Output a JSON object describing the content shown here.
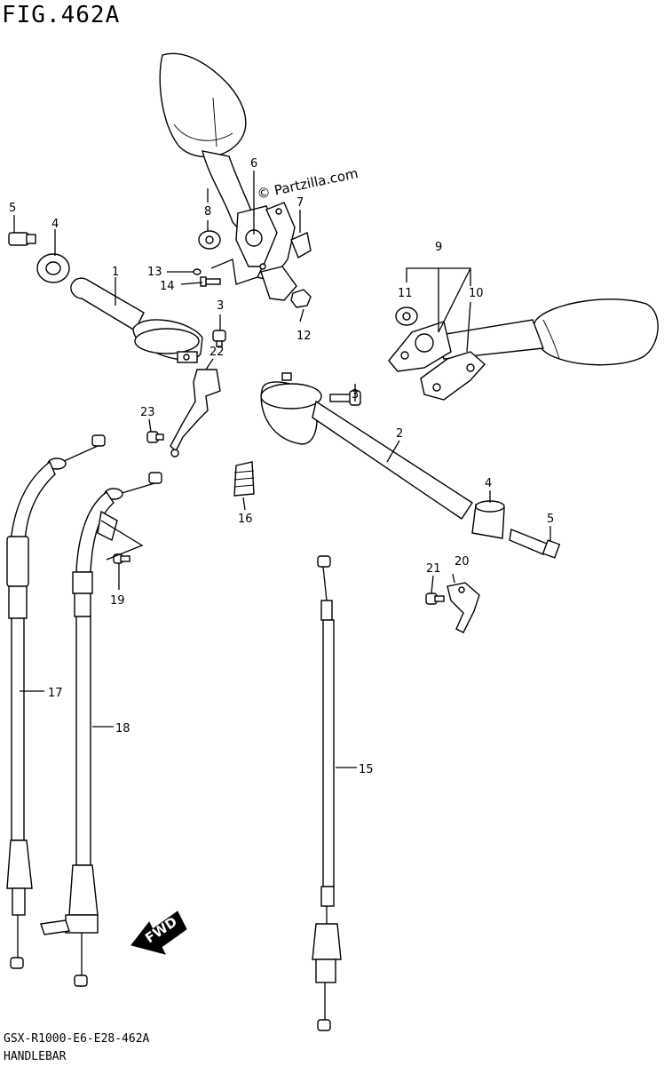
{
  "figure": {
    "title": "FIG.462A",
    "watermark": "© Partzilla.com",
    "footer_code": "GSX-R1000-E6-E28-462A",
    "footer_name": "HANDLEBAR",
    "direction_label": "FWD"
  },
  "callouts": [
    "5",
    "4",
    "1",
    "8",
    "6",
    "7",
    "13",
    "14",
    "3",
    "12",
    "9",
    "11",
    "10",
    "22",
    "23",
    "3",
    "2",
    "16",
    "4",
    "5",
    "20",
    "21",
    "19",
    "17",
    "18",
    "15"
  ]
}
